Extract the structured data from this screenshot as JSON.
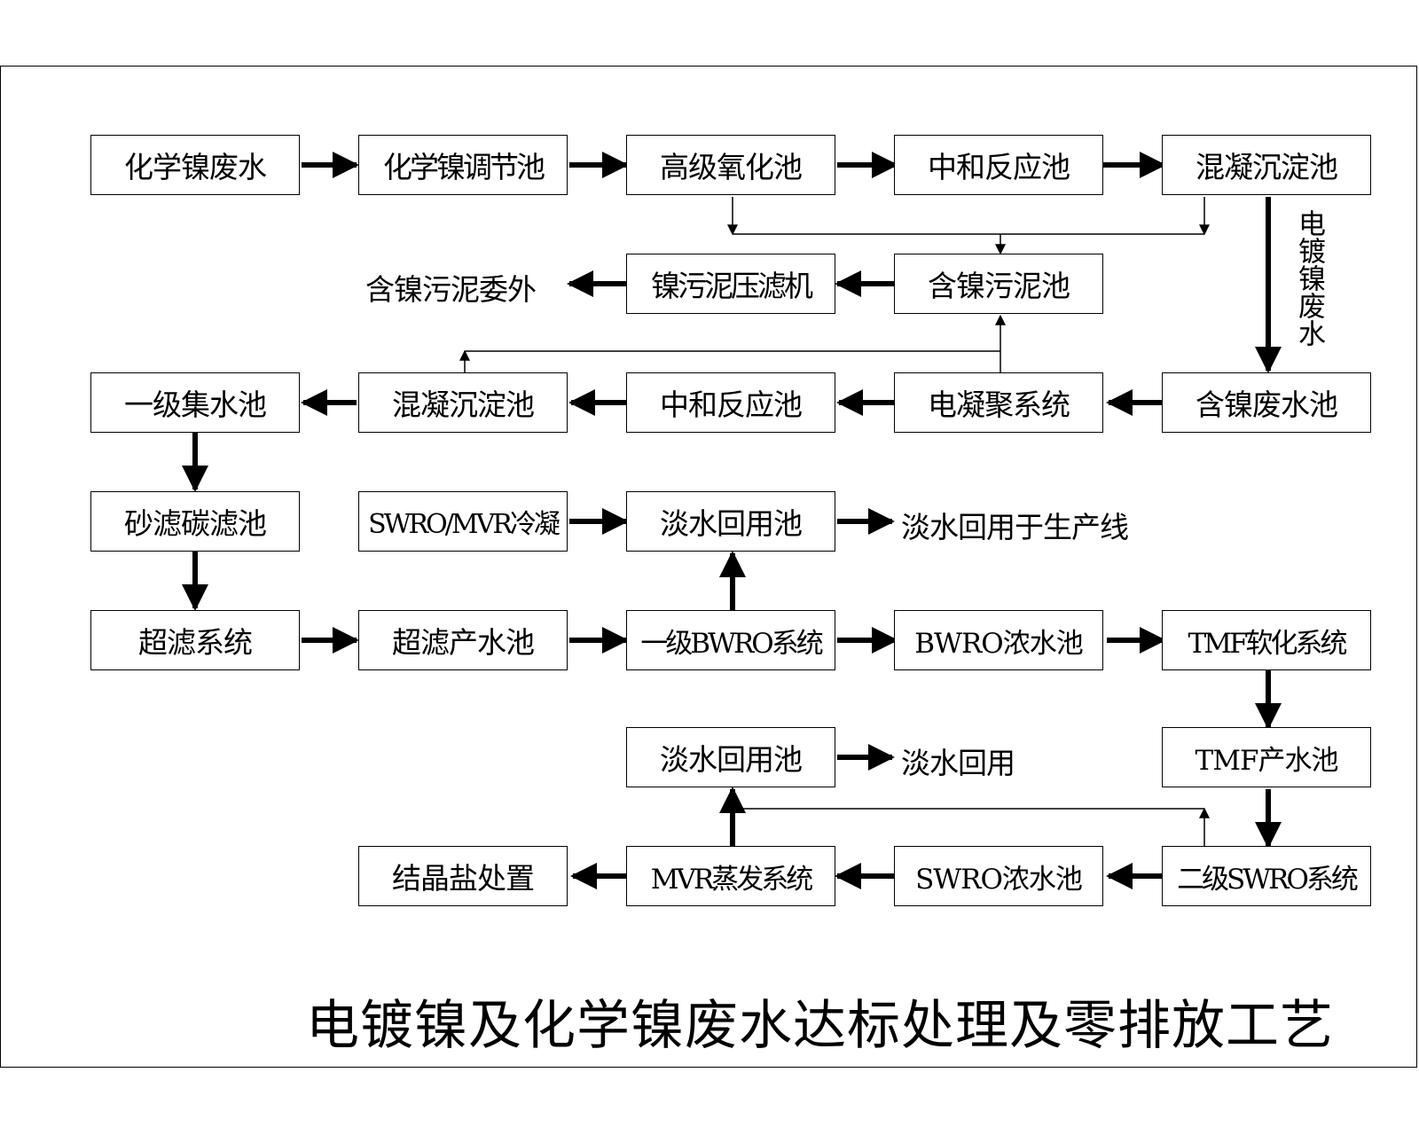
{
  "title": "电镀镍及化学镍废水达标处理及零排放工艺",
  "nodes": {
    "chem_ni_wastewater": "化学镍废水",
    "chem_ni_equalization": "化学镍调节池",
    "advanced_oxidation": "高级氧化池",
    "neutralization_1": "中和反应池",
    "coag_sediment_1": "混凝沉淀池",
    "ni_sludge_press": "镍污泥压滤机",
    "ni_sludge_tank": "含镍污泥池",
    "primary_collection": "一级集水池",
    "coag_sediment_2": "混凝沉淀池",
    "neutralization_2": "中和反应池",
    "electrocoagulation": "电凝聚系统",
    "ni_wastewater_tank": "含镍废水池",
    "sand_carbon_filter": "砂滤碳滤池",
    "swro_mvr_condensate": "SWRO/MVR冷凝",
    "fresh_reuse_tank_1": "淡水回用池",
    "ultrafiltration": "超滤系统",
    "uf_product_tank": "超滤产水池",
    "bwro_stage1": "一级BWRO系统",
    "bwro_concentrate_tank": "BWRO浓水池",
    "tmf_softening": "TMF软化系统",
    "fresh_reuse_tank_2": "淡水回用池",
    "tmf_product_tank": "TMF产水池",
    "salt_disposal": "结晶盐处置",
    "mvr_evaporation": "MVR蒸发系统",
    "swro_concentrate_tank": "SWRO浓水池",
    "swro_stage2": "二级SWRO系统"
  },
  "labels": {
    "sludge_outsourced": "含镍污泥委外",
    "reuse_production": "淡水回用于生产线",
    "reuse": "淡水回用",
    "electroplating_ni_wastewater": "电镀镍废水"
  }
}
